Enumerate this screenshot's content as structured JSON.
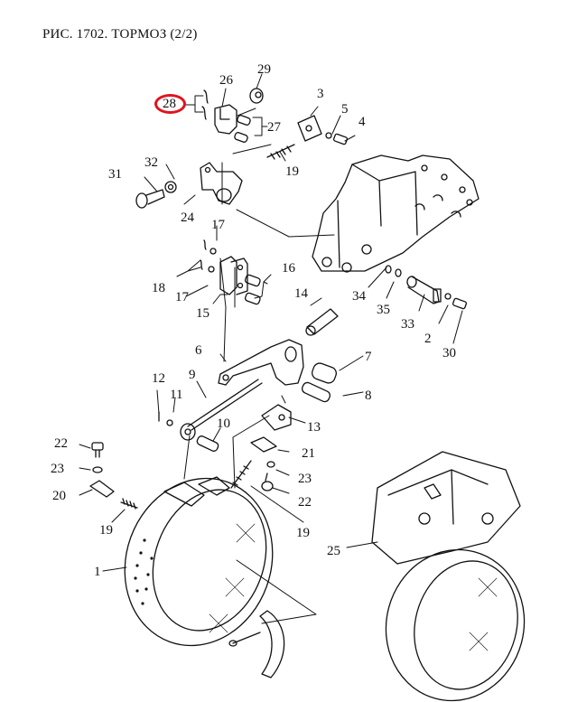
{
  "title": "РИС. 1702. ТОРМОЗ (2/2)",
  "highlight": {
    "label": "28",
    "color": "#e0141e"
  },
  "callouts": {
    "c1": "1",
    "c2": "2",
    "c3": "3",
    "c4": "4",
    "c5": "5",
    "c6": "6",
    "c7": "7",
    "c8": "8",
    "c9": "9",
    "c10": "10",
    "c11": "11",
    "c12": "12",
    "c13": "13",
    "c14": "14",
    "c15": "15",
    "c16": "16",
    "c17a": "17",
    "c17b": "17",
    "c18": "18",
    "c19a": "19",
    "c19b": "19",
    "c19c": "19",
    "c20": "20",
    "c21": "21",
    "c22a": "22",
    "c22b": "22",
    "c23a": "23",
    "c23b": "23",
    "c24": "24",
    "c25": "25",
    "c26": "26",
    "c27": "27",
    "c29": "29",
    "c30": "30",
    "c31": "31",
    "c32": "32",
    "c33": "33",
    "c34": "34",
    "c35": "35"
  },
  "colors": {
    "ink": "#111111",
    "highlight": "#e0141e",
    "background": "#ffffff"
  }
}
